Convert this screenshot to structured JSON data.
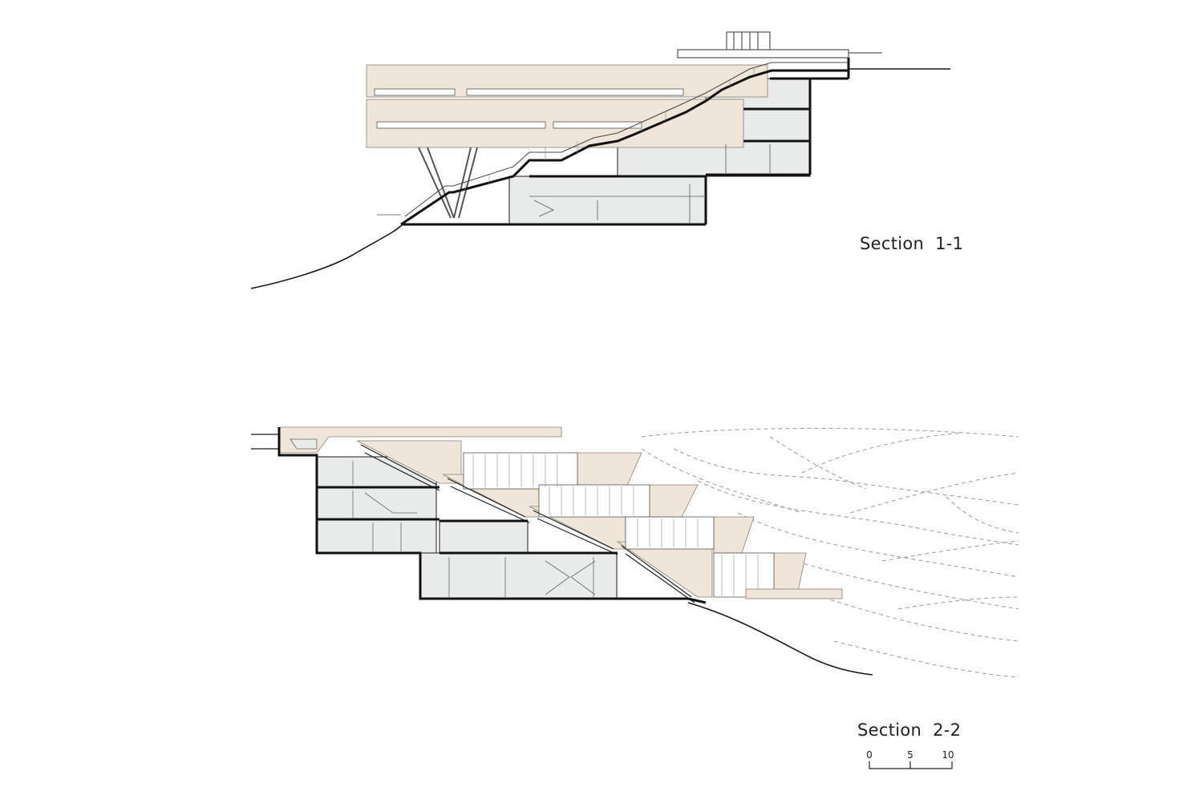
{
  "sections": [
    {
      "id": "1-1",
      "label": "Section  1-1"
    },
    {
      "id": "2-2",
      "label": "Section  2-2"
    }
  ],
  "scale_bar": {
    "ticks": [
      "0",
      "5",
      "10"
    ]
  },
  "colors": {
    "cladding": "#efe5d8",
    "interior": "#e9eaea",
    "line": "#1a1a1a",
    "ground": "#999999"
  }
}
